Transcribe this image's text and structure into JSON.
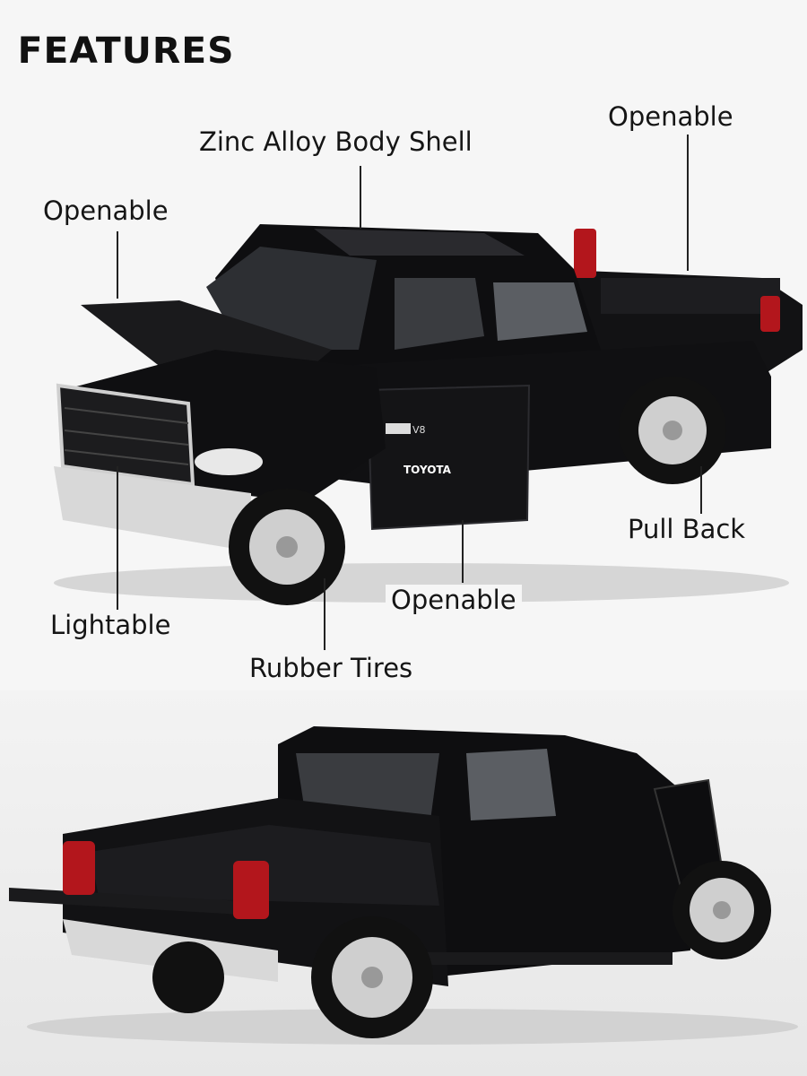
{
  "title": "FEATURES",
  "callouts": {
    "zinc_alloy": "Zinc Alloy Body Shell",
    "openable_hood": "Openable",
    "openable_tailgate": "Openable",
    "openable_door": "Openable",
    "lightable": "Lightable",
    "rubber_tires": "Rubber Tires",
    "pull_back": "Pull Back"
  },
  "truck_front": {
    "door_brand": "TOYOTA",
    "badge": "V8"
  },
  "colors": {
    "background": "#f6f6f6",
    "text": "#151515",
    "truck_body": "#0e0e10",
    "taillight": "#b3161c",
    "chrome": "#d8d8d8"
  }
}
